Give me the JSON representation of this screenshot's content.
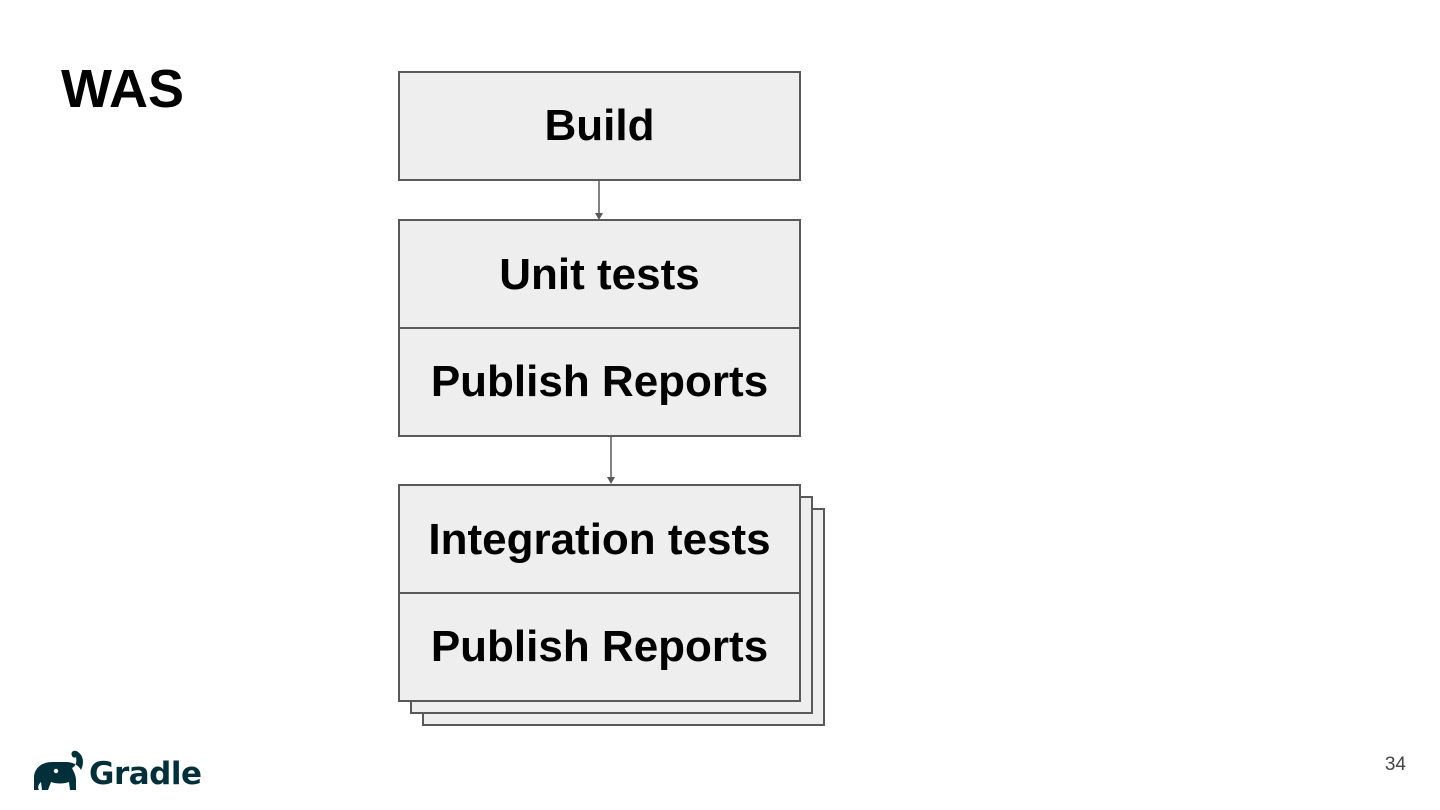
{
  "slide": {
    "title": "WAS",
    "page_number": "34"
  },
  "diagram": {
    "build": "Build",
    "unit_tests": "Unit tests",
    "publish_reports_1": "Publish Reports",
    "integration_tests": "Integration tests",
    "publish_reports_2": "Publish Reports"
  },
  "logo": {
    "text": "Gradle",
    "icon": "gradle-elephant-icon",
    "color": "#02303a"
  },
  "colors": {
    "box_fill": "#eeeeee",
    "box_border": "#595959"
  }
}
